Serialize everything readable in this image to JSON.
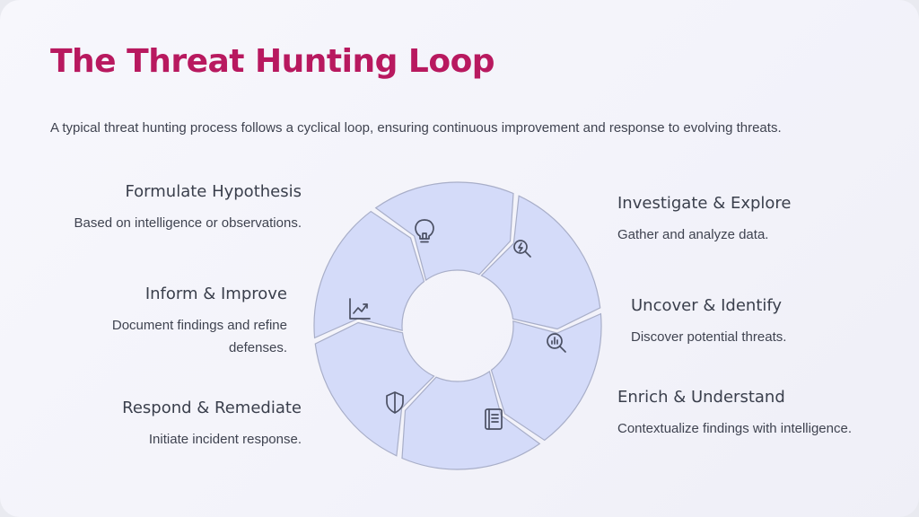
{
  "title": "The Threat Hunting Loop",
  "subtitle": "A typical threat hunting process follows a cyclical loop, ensuring continuous improvement and response to evolving threats.",
  "steps": [
    {
      "title": "Formulate Hypothesis",
      "description": "Based on intelligence or observations.",
      "icon": "lightbulb-icon"
    },
    {
      "title": "Investigate & Explore",
      "description": "Gather and analyze data.",
      "icon": "search-scan-icon"
    },
    {
      "title": "Uncover & Identify",
      "description": "Discover potential threats.",
      "icon": "chart-search-icon"
    },
    {
      "title": "Enrich & Understand",
      "description": "Contextualize findings with intelligence.",
      "icon": "book-icon"
    },
    {
      "title": "Respond & Remediate",
      "description": "Initiate incident response.",
      "icon": "shield-icon"
    },
    {
      "title": "Inform & Improve",
      "description": "Document findings and refine defenses.",
      "icon": "trend-chart-icon"
    }
  ],
  "colors": {
    "title": "#b8195f",
    "segment_fill": "#d4dbf9",
    "segment_stroke": "#a8aec8",
    "text": "#3f4350"
  }
}
